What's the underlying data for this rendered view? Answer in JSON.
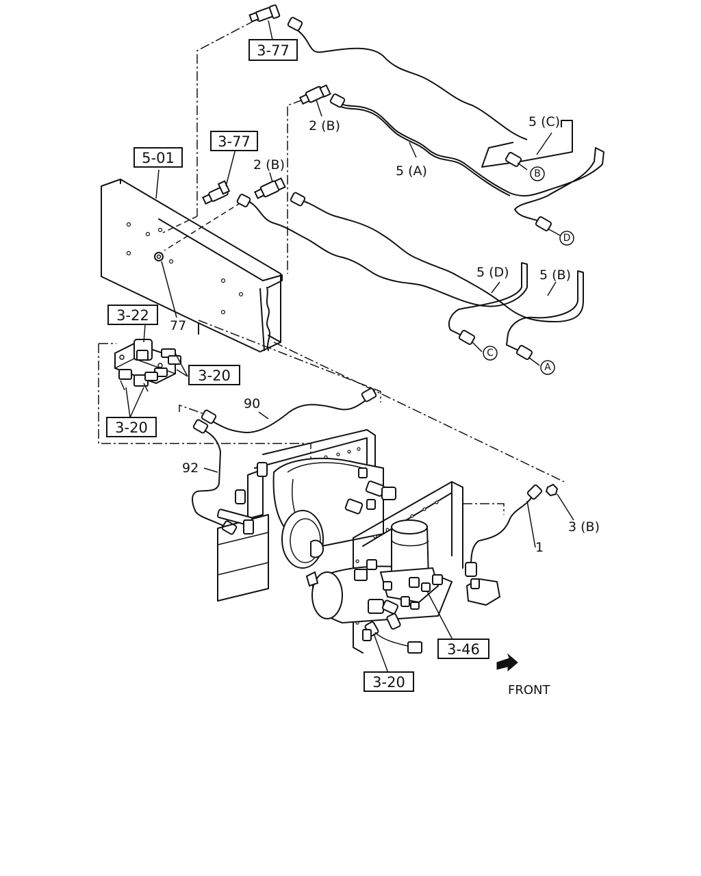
{
  "ref_boxes": {
    "r377_top": "3-77",
    "r377_mid": "3-77",
    "r501": "5-01",
    "r322": "3-22",
    "r320_a": "3-20",
    "r320_b": "3-20",
    "r346": "3-46",
    "r320_c": "3-20"
  },
  "labels": {
    "l2b_top": "2 (B)",
    "l2b_mid": "2 (B)",
    "l5c": "5 (C)",
    "l5a": "5 (A)",
    "l5d": "5 (D)",
    "l5b": "5 (B)",
    "l77": "77",
    "l90": "90",
    "l92": "92",
    "l3b": "3 (B)",
    "l1": "1",
    "front": "FRONT"
  },
  "connector_marks": {
    "cB": "B",
    "cD": "D",
    "cC": "C",
    "cA": "A"
  }
}
